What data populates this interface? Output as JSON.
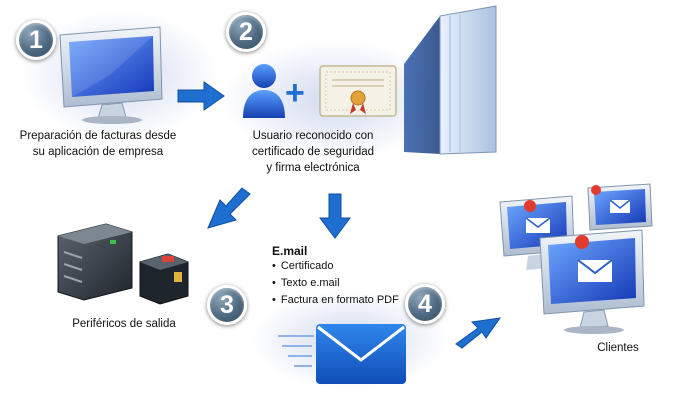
{
  "steps": [
    {
      "number": "1",
      "caption_lines": [
        "Preparación de facturas desde",
        "su aplicación de empresa"
      ]
    },
    {
      "number": "2",
      "caption_lines": [
        "Usuario reconocido con",
        "certificado de seguridad",
        "y firma electrónica"
      ]
    },
    {
      "number": "3",
      "caption_lines": [
        "Periféricos de salida"
      ]
    },
    {
      "number": "4",
      "caption_lines": [
        "Clientes"
      ]
    }
  ],
  "email": {
    "title": "E.mail",
    "items": [
      "Certificado",
      "Texto e.mail",
      "Factura en formato PDF"
    ]
  },
  "plus_symbol": "+",
  "colors": {
    "arrow": "#1f6fd0",
    "step_circle": "#4e6a82",
    "screen": "#1d4fd0",
    "server": "#b9cfe8"
  }
}
